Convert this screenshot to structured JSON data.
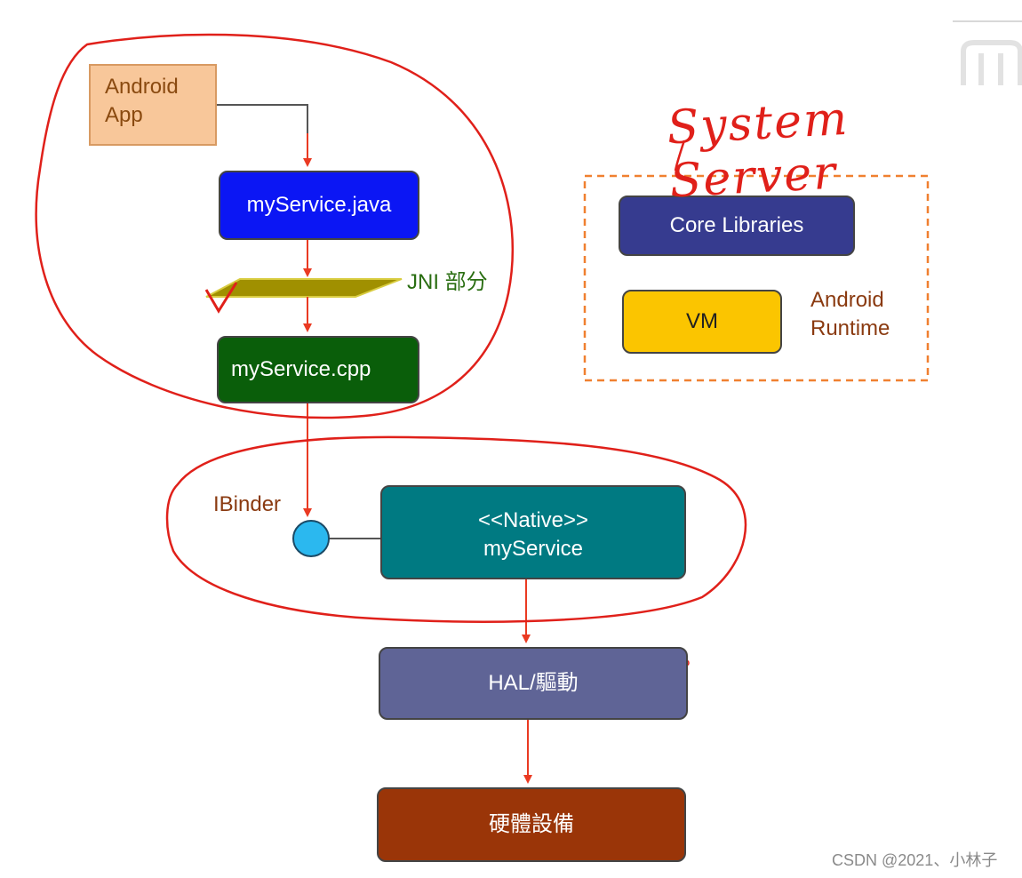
{
  "colors": {
    "android_app": "#f8c79a",
    "java": "#0b16f4",
    "jni_band": "#a09000",
    "cpp": "#0a5e0a",
    "native": "#007a82",
    "ibinder_circle": "#2bb8ef",
    "hal": "#5f6496",
    "hardware": "#9a3508",
    "core_libraries": "#363b8f",
    "vm": "#fbc500",
    "annotation_red": "#e0201a",
    "arrow_red": "#ea3a22",
    "dashed_border": "#f08030"
  },
  "boxes": {
    "android_app": "Android\nApp",
    "java_service": "myService.java",
    "cpp_service": "myService.cpp",
    "native_service": "<<Native>>\nmyService",
    "hal_driver": "HAL/驅動",
    "hardware_device": "硬體設備",
    "core_libraries": "Core Libraries",
    "vm": "VM"
  },
  "labels": {
    "jni": "JNI 部分",
    "ibinder": "IBinder",
    "android_runtime": "Android\nRuntime",
    "handwritten_title": "System Server",
    "watermark": "CSDN @2021、小林子"
  }
}
